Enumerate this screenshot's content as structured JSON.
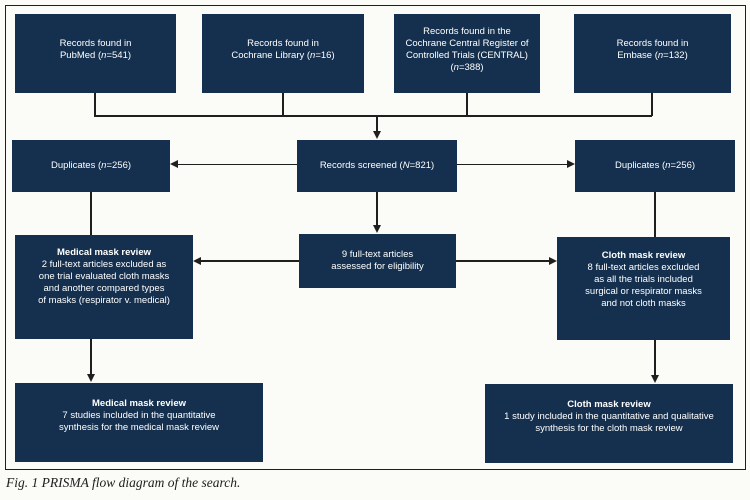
{
  "figure": {
    "caption": "Fig. 1 PRISMA flow diagram of the search.",
    "colors": {
      "box": "#14304E",
      "box_text": "#FFFFFF",
      "line": "#1F1F1F"
    },
    "boxes": {
      "pubmed": {
        "lines": [
          "Records found in",
          "PubMed (n=541)"
        ]
      },
      "cochrane_library": {
        "lines": [
          "Records found in",
          "Cochrane Library (n=16)"
        ]
      },
      "central": {
        "lines": [
          "Records found in the",
          "Cochrane Central Register of",
          "Controlled Trials (CENTRAL)",
          "(n=388)"
        ]
      },
      "embase": {
        "lines": [
          "Records found in",
          "Embase (n=132)"
        ]
      },
      "duplicates_left": {
        "lines": [
          "Duplicates (n=256)"
        ]
      },
      "records_screened": {
        "lines": [
          "Records screened (N=821)"
        ]
      },
      "duplicates_right": {
        "lines": [
          "Duplicates (n=256)"
        ]
      },
      "medical_excluded": {
        "title": "Medical mask review",
        "lines": [
          "2 full-text articles excluded as",
          "one trial evaluated cloth masks",
          "and another compared types",
          "of masks (respirator v. medical)"
        ]
      },
      "full_text": {
        "lines": [
          "9 full-text articles",
          "assessed for eligibility"
        ]
      },
      "cloth_excluded": {
        "title": "Cloth mask review",
        "lines": [
          "8 full-text articles excluded",
          "as all the trials included",
          "surgical or respirator masks",
          "and not cloth masks"
        ]
      },
      "medical_included": {
        "title": "Medical mask review",
        "lines": [
          "7 studies included in the quantitative",
          "synthesis for the medical mask review"
        ]
      },
      "cloth_included": {
        "title": "Cloth mask review",
        "lines": [
          "1 study included in the quantitative and qualitative",
          "synthesis for the cloth mask review"
        ]
      }
    }
  }
}
